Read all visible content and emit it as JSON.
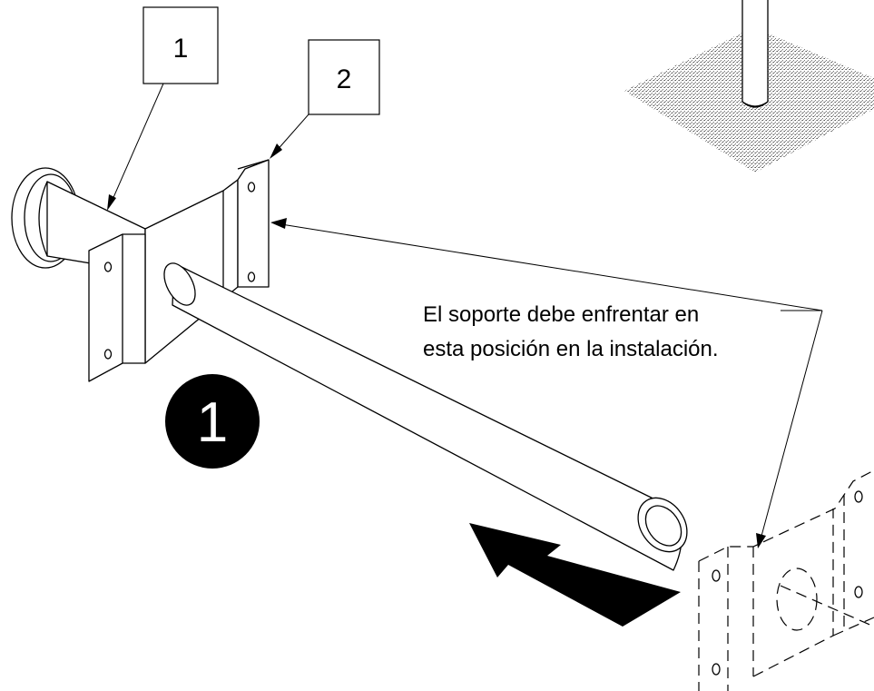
{
  "labels": {
    "part_1": "1",
    "part_2": "2"
  },
  "step": {
    "number": "1",
    "color": "#000000"
  },
  "note": {
    "line1": "El soporte debe enfrentar en",
    "line2": "esta posición en la instalación."
  },
  "icons": {
    "direction_arrow": "arrow-up-left-icon",
    "ground_pattern": "stippled-ground-icon"
  }
}
